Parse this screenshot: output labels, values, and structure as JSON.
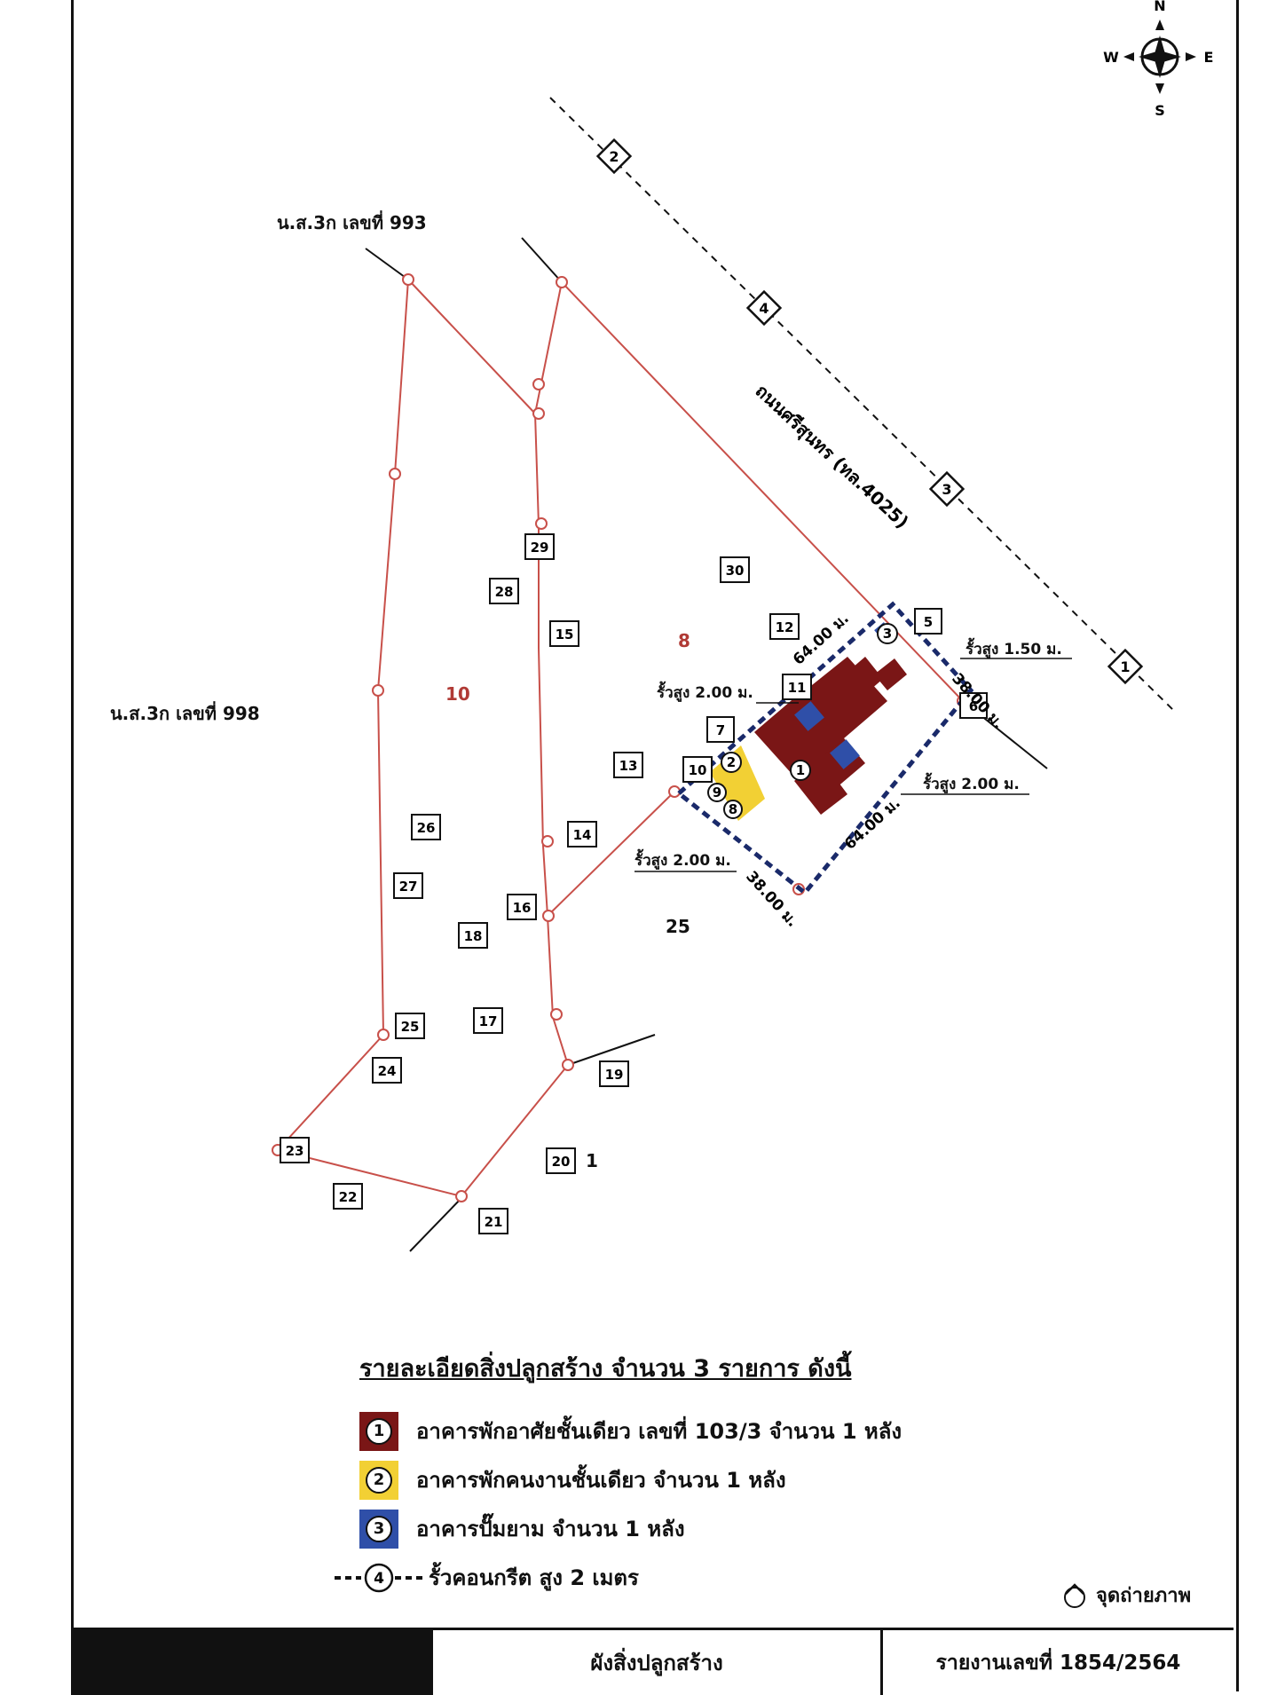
{
  "compass": {
    "n": "N",
    "s": "S",
    "e": "E",
    "w": "W"
  },
  "labels": {
    "ns3_993": "น.ส.3ก เลขที่ 993",
    "ns3_998": "น.ส.3ก เลขที่ 998",
    "road": "ถนนศรีสุนทร (ทล.4025)",
    "fence_150": "รั้วสูง 1.50 ม.",
    "fence_200_a": "รั้วสูง 2.00 ม.",
    "fence_200_b": "รั้วสูง 2.00 ม.",
    "fence_200_c": "รั้วสูง 2.00 ม.",
    "dim_64_top": "64.00 ม.",
    "dim_64_bottom": "64.00 ม.",
    "dim_38_right": "38.00 ม.",
    "dim_38_bottom": "38.00 ม."
  },
  "plots": {
    "p10": "10",
    "p8": "8",
    "p25": "25",
    "p1": "1"
  },
  "road_markers": [
    "2",
    "4",
    "3",
    "1"
  ],
  "photo_points": [
    "5",
    "6",
    "7",
    "10",
    "11",
    "12",
    "13",
    "14",
    "15",
    "16",
    "17",
    "18",
    "19",
    "20",
    "21",
    "22",
    "23",
    "24",
    "25",
    "26",
    "27",
    "28",
    "29",
    "30"
  ],
  "buildings": {
    "b1": "1",
    "b2": "2",
    "b3": "3",
    "b8": "8",
    "b9": "9"
  },
  "legend": {
    "title": "รายละเอียดสิ่งปลูกสร้าง จำนวน 3 รายการ ดังนี้",
    "items": [
      {
        "num": "1",
        "color": "#7a1616",
        "text": "อาคารพักอาศัยชั้นเดียว เลขที่ 103/3 จำนวน 1 หลัง"
      },
      {
        "num": "2",
        "color": "#f2d034",
        "text": "อาคารพักคนงานชั้นเดียว จำนวน 1 หลัง"
      },
      {
        "num": "3",
        "color": "#2f4fa8",
        "text": "อาคารปั๊มยาม จำนวน 1 หลัง"
      }
    ],
    "fence": {
      "num": "4",
      "text": "รั้วคอนกรีต สูง 2 เมตร"
    },
    "photo": "จุดถ่ายภาพ"
  },
  "footer": {
    "title": "ผังสิ่งปลูกสร้าง",
    "report": "รายงานเลขที่ 1854/2564"
  }
}
